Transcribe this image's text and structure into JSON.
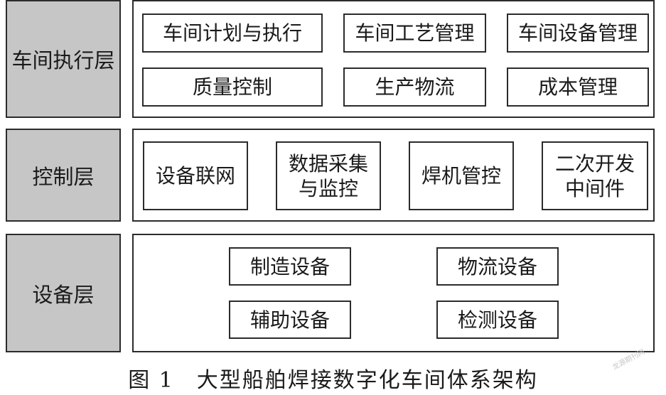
{
  "layers": {
    "execution": {
      "label": "车间执行层",
      "items": [
        "车间计划与执行",
        "车间工艺管理",
        "车间设备管理",
        "质量控制",
        "生产物流",
        "成本管理"
      ]
    },
    "control": {
      "label": "控制层",
      "items": [
        "设备联网",
        "数据采集\n与监控",
        "焊机管控",
        "二次开发\n中间件"
      ]
    },
    "equipment": {
      "label": "设备层",
      "items": [
        "制造设备",
        "物流设备",
        "辅助设备",
        "检测设备"
      ]
    }
  },
  "caption": "图 1　大型船舶焊接数字化车间体系架构",
  "watermark": "龙源期刊网"
}
